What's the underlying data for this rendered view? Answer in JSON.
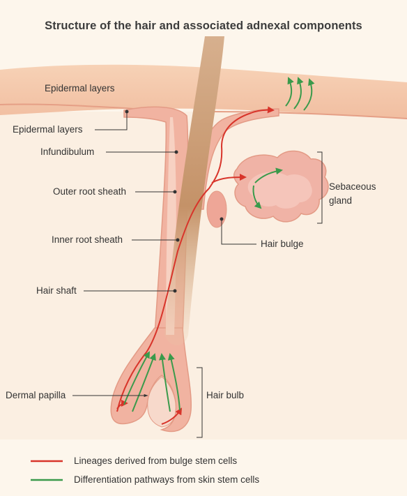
{
  "title": "Structure of the hair and associated adnexal components",
  "labels": {
    "epidermal_layers_top": "Epidermal layers",
    "epidermal_layers_left": "Epidermal layers",
    "infundibulum": "Infundibulum",
    "outer_root_sheath": "Outer root sheath",
    "inner_root_sheath": "Inner root sheath",
    "hair_shaft": "Hair shaft",
    "dermal_papilla": "Dermal papilla",
    "sebaceous_gland": "Sebaceous gland",
    "hair_bulge": "Hair bulge",
    "hair_bulb": "Hair bulb"
  },
  "legend": {
    "red_label": "Lineages derived from bulge stem cells",
    "green_label": "Differentiation pathways from skin stem cells"
  },
  "colors": {
    "background": "#fdf6ec",
    "epidermis": "#f4c6a8",
    "follicle": "#f1b3a1",
    "follicle_inner": "#f7d1c2",
    "hair_shaft": "#c49268",
    "sebaceous": "#f0b3a6",
    "red_lineage": "#d8342a",
    "green_pathway": "#3a9a4b",
    "leader_line": "#333333"
  }
}
